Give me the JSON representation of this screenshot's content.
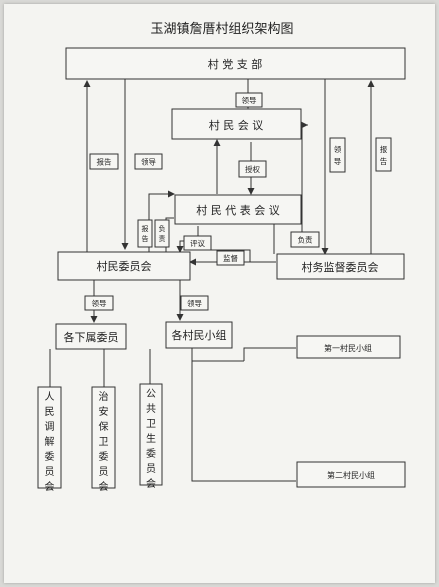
{
  "title": "玉湖镇詹厝村组织架构图",
  "nodes": {
    "party_branch": "村 党 支 部",
    "villagers_meeting": "村 民 会 议",
    "representatives_meeting": "村 民 代 表 会 议",
    "village_committee": "村民委员会",
    "supervision_committee": "村务监督委员会",
    "subordinate_committees": "各下属委员",
    "village_groups": "各村民小组",
    "mediation_committee": "人民调解委员会",
    "security_committee": "治安保卫委员会",
    "health_committee": "公共卫生委员会",
    "group_one": "第一村民小组",
    "group_two": "第二村民小组"
  },
  "edge_labels": {
    "lead_party_to_meeting": "领导",
    "report_left": "报告",
    "lead_left": "领导",
    "lead_right": "领导",
    "report_right": "报告",
    "authorize": "授权",
    "report_small": "报告",
    "responsible": "负责",
    "review": "评议",
    "supervise": "监督",
    "responsible_right": "负责",
    "lead_to_subordinates": "领导",
    "lead_to_groups": "领导"
  }
}
